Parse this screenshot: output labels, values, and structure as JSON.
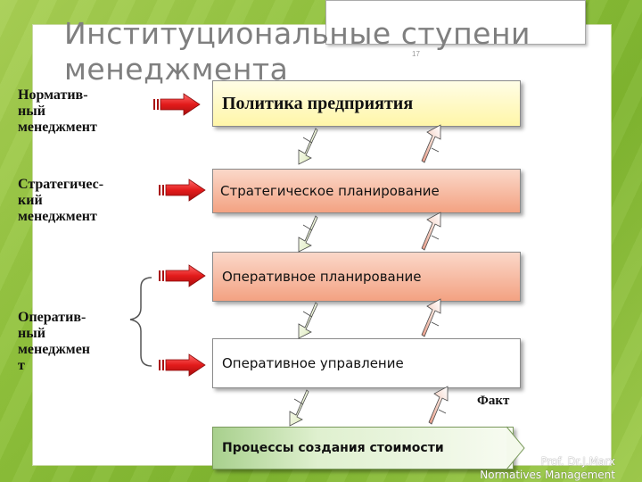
{
  "slide": {
    "title": "Институциональные ступени менеджмента",
    "number": "17",
    "footer_line1": "Prof. Dr.J.Marx",
    "footer_line2": "Normatives Management"
  },
  "levels": [
    {
      "label": "Норматив-\nный\nменеджмент"
    },
    {
      "label": "Стратегичес-\nкий\nменеджмент"
    },
    {
      "label": "Оператив-\nный\nменеджмен\nт"
    }
  ],
  "boxes": {
    "policy": "Политика предприятия",
    "strategic_planning": "Стратегическое планирование",
    "operational_planning": "Оперативное планирование",
    "operational_control": "Оперативное управление",
    "value_processes": "Процессы создания стоимости"
  },
  "fact_label": "Факт",
  "colors": {
    "arrow_red": "#e31b1b",
    "policy_box": "#fff6a8",
    "planning_box": "#f3a282",
    "process_box": "#a8d08d",
    "background": "#8fc13b"
  }
}
